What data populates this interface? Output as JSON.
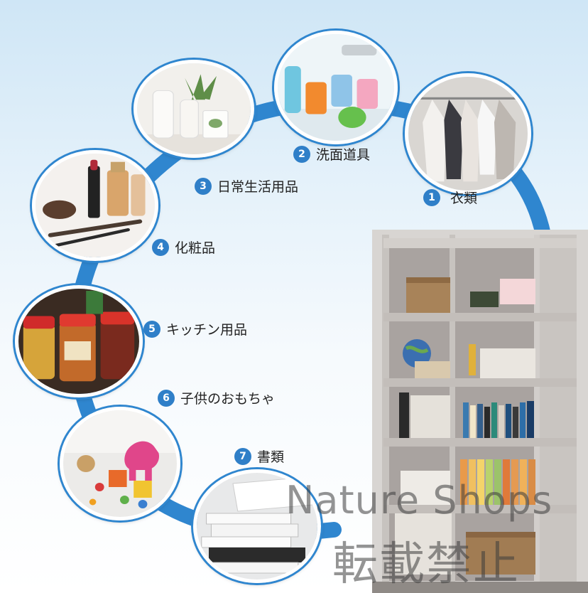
{
  "categories": [
    {
      "number": "1",
      "label": "衣類"
    },
    {
      "number": "2",
      "label": "洗面道具"
    },
    {
      "number": "3",
      "label": "日常生活用品"
    },
    {
      "number": "4",
      "label": "化粧品"
    },
    {
      "number": "5",
      "label": "キッチン用品"
    },
    {
      "number": "6",
      "label": "子供のおもちゃ"
    },
    {
      "number": "7",
      "label": "書類"
    }
  ],
  "watermark": {
    "line1": "Nature Shops",
    "line2": "転載禁止"
  },
  "colors": {
    "accent": "#2f86cf",
    "badge": "#2f7fc8",
    "shelf_frame": "#b9b6b3"
  }
}
